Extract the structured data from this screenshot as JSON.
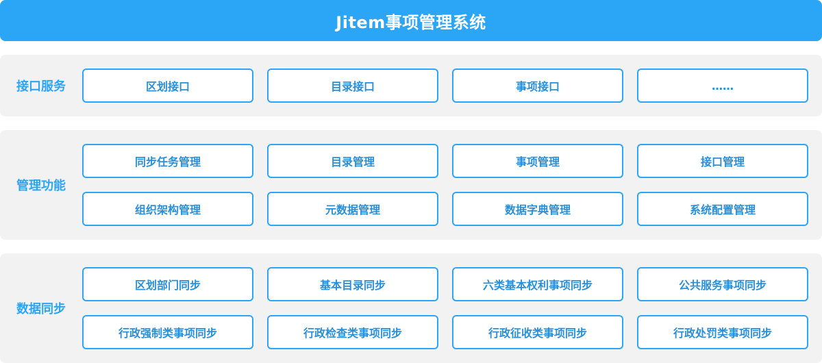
{
  "title": "Jitem事项管理系统",
  "sections": [
    {
      "label": "接口服务",
      "items": [
        "区划接口",
        "目录接口",
        "事项接口",
        "……"
      ]
    },
    {
      "label": "管理功能",
      "items": [
        "同步任务管理",
        "目录管理",
        "事项管理",
        "接口管理",
        "组织架构管理",
        "元数据管理",
        "数据字典管理",
        "系统配置管理"
      ]
    },
    {
      "label": "数据同步",
      "items": [
        "区划部门同步",
        "基本目录同步",
        "六类基本权利事项同步",
        "公共服务事项同步",
        "行政强制类事项同步",
        "行政检查类事项同步",
        "行政征收类事项同步",
        "行政处罚类事项同步"
      ]
    }
  ],
  "colors": {
    "accent": "#2ba5f6",
    "section_bg": "#f2f2f2",
    "module_text": "#2a8fd6"
  }
}
